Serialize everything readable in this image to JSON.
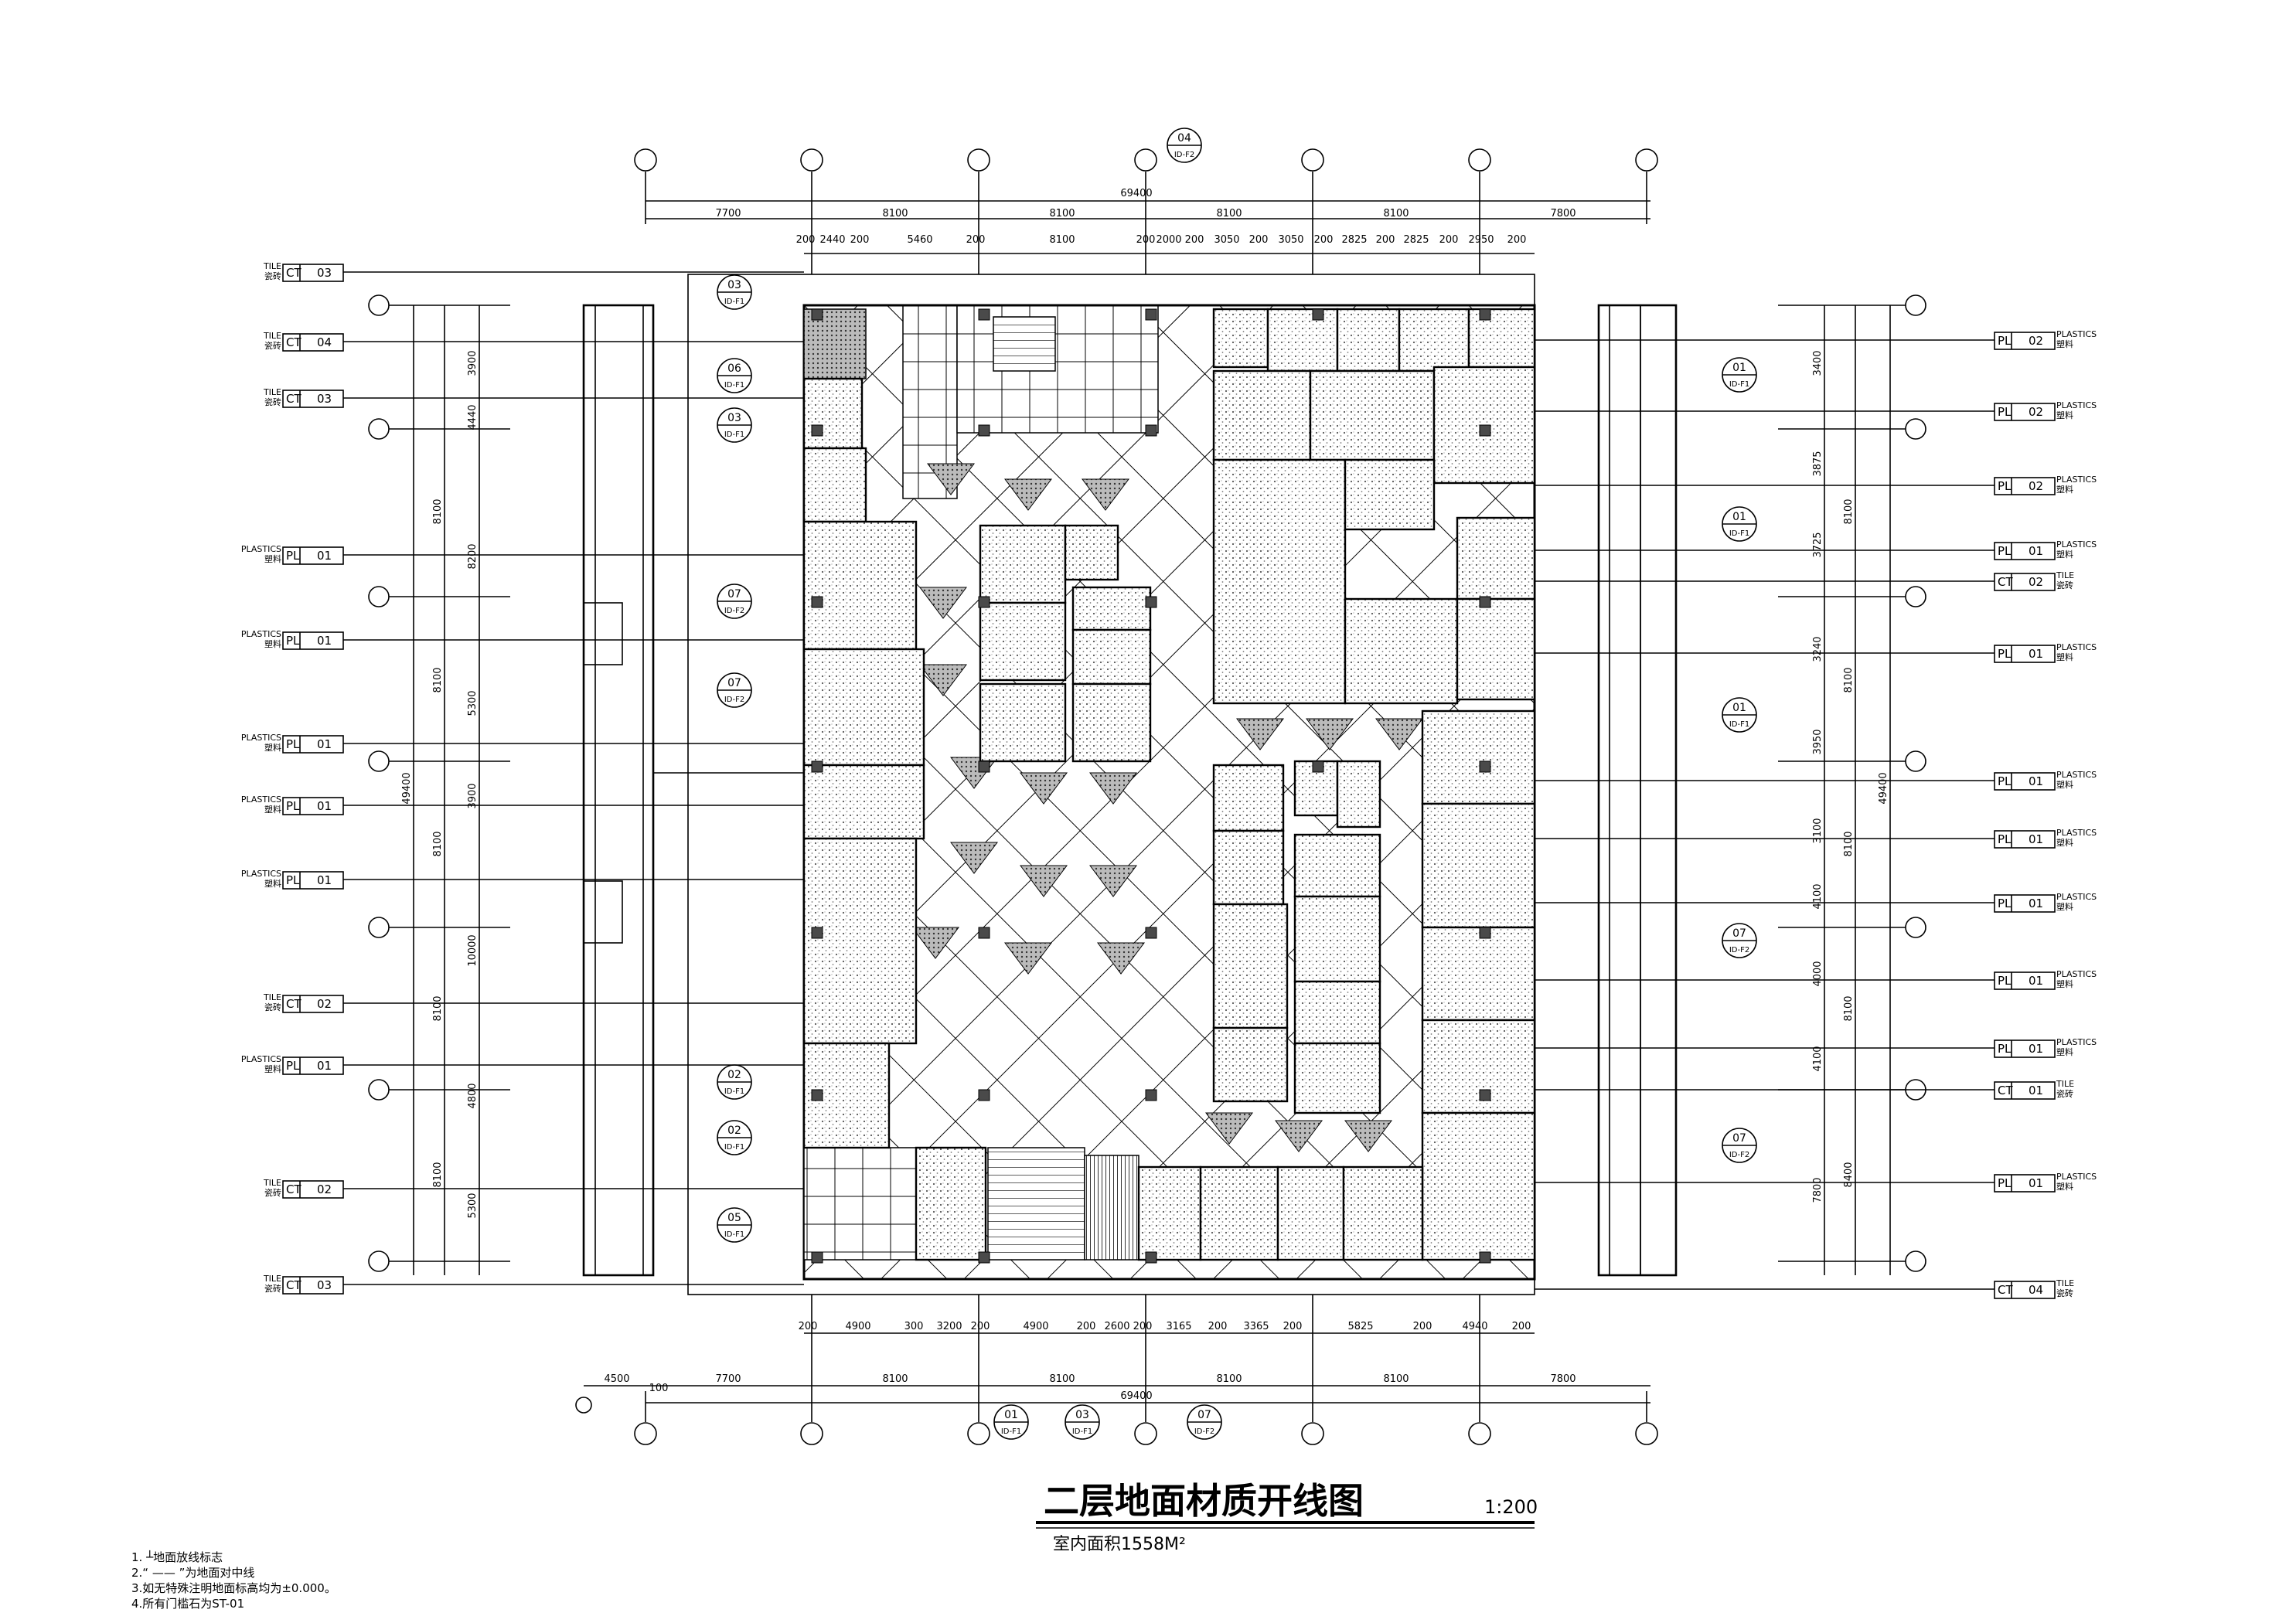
{
  "title": "二层地面材质开线图",
  "scale": "1:200",
  "area_text": "室内面积1558M²",
  "notes": [
    "1. ┴地面放线标志",
    "2.“ —— ”为地面对中线",
    "3.如无特殊注明地面标高均为±0.000。",
    "4.所有门槛石为ST-01"
  ],
  "overall_dim_top": "69400",
  "overall_dim_bottom": "69400",
  "overall_dim_left": "49400",
  "overall_dim_right": "49400",
  "top_bay_dims": [
    "7700",
    "8100",
    "8100",
    "8100",
    "8100",
    "7800"
  ],
  "bottom_bay_dims": [
    "7700",
    "8100",
    "8100",
    "8100",
    "8100",
    "7800"
  ],
  "top_detail_dims": [
    "200",
    "2440",
    "200",
    "5460",
    "200",
    "8100",
    "200",
    "2000",
    "200",
    "3050",
    "200",
    "3050",
    "200",
    "2825",
    "200",
    "2825",
    "200",
    "2950",
    "200"
  ],
  "bottom_detail_dims": [
    "200",
    "4900",
    "300",
    "3200",
    "200",
    "4900",
    "200",
    "2600",
    "200",
    "3165",
    "200",
    "3365",
    "200",
    "5825",
    "200",
    "4940",
    "200"
  ],
  "bottom_extra_dims": [
    "4500",
    "100"
  ],
  "left_bay_dims": [
    "8100",
    "8100",
    "8100",
    "8100",
    "8100"
  ],
  "left_detail_dims": [
    "3900",
    "4440",
    "8200",
    "5300",
    "3900",
    "10000",
    "4800",
    "5300"
  ],
  "right_bay_dims": [
    "8100",
    "8100",
    "8100",
    "8100",
    "8400"
  ],
  "right_detail_dims": [
    "3400",
    "3875",
    "3725",
    "3240",
    "3950",
    "3100",
    "4100",
    "4000",
    "4100",
    "7800"
  ],
  "left_materials": [
    {
      "en": "TILE",
      "cn": "瓷砖",
      "code": "CT",
      "num": "03"
    },
    {
      "en": "TILE",
      "cn": "瓷砖",
      "code": "CT",
      "num": "04"
    },
    {
      "en": "TILE",
      "cn": "瓷砖",
      "code": "CT",
      "num": "03"
    },
    {
      "en": "PLASTICS",
      "cn": "塑料",
      "code": "PL",
      "num": "01"
    },
    {
      "en": "PLASTICS",
      "cn": "塑料",
      "code": "PL",
      "num": "01"
    },
    {
      "en": "PLASTICS",
      "cn": "塑料",
      "code": "PL",
      "num": "01"
    },
    {
      "en": "PLASTICS",
      "cn": "塑料",
      "code": "PL",
      "num": "01"
    },
    {
      "en": "PLASTICS",
      "cn": "塑料",
      "code": "PL",
      "num": "01"
    },
    {
      "en": "TILE",
      "cn": "瓷砖",
      "code": "CT",
      "num": "02"
    },
    {
      "en": "PLASTICS",
      "cn": "塑料",
      "code": "PL",
      "num": "01"
    },
    {
      "en": "TILE",
      "cn": "瓷砖",
      "code": "CT",
      "num": "02"
    },
    {
      "en": "TILE",
      "cn": "瓷砖",
      "code": "CT",
      "num": "03"
    }
  ],
  "right_materials": [
    {
      "en": "PLASTICS",
      "cn": "塑料",
      "code": "PL",
      "num": "02"
    },
    {
      "en": "PLASTICS",
      "cn": "塑料",
      "code": "PL",
      "num": "02"
    },
    {
      "en": "PLASTICS",
      "cn": "塑料",
      "code": "PL",
      "num": "02"
    },
    {
      "en": "PLASTICS",
      "cn": "塑料",
      "code": "PL",
      "num": "01"
    },
    {
      "en": "TILE",
      "cn": "瓷砖",
      "code": "CT",
      "num": "02"
    },
    {
      "en": "PLASTICS",
      "cn": "塑料",
      "code": "PL",
      "num": "01"
    },
    {
      "en": "PLASTICS",
      "cn": "塑料",
      "code": "PL",
      "num": "01"
    },
    {
      "en": "PLASTICS",
      "cn": "塑料",
      "code": "PL",
      "num": "01"
    },
    {
      "en": "PLASTICS",
      "cn": "塑料",
      "code": "PL",
      "num": "01"
    },
    {
      "en": "PLASTICS",
      "cn": "塑料",
      "code": "PL",
      "num": "01"
    },
    {
      "en": "PLASTICS",
      "cn": "塑料",
      "code": "PL",
      "num": "01"
    },
    {
      "en": "TILE",
      "cn": "瓷砖",
      "code": "CT",
      "num": "01"
    },
    {
      "en": "PLASTICS",
      "cn": "塑料",
      "code": "PL",
      "num": "01"
    },
    {
      "en": "TILE",
      "cn": "瓷砖",
      "code": "CT",
      "num": "04"
    }
  ],
  "detail_tags": [
    {
      "num": "03",
      "ref": "ID-F1"
    },
    {
      "num": "06",
      "ref": "ID-F1"
    },
    {
      "num": "03",
      "ref": "ID-F1"
    },
    {
      "num": "07",
      "ref": "ID-F2"
    },
    {
      "num": "07",
      "ref": "ID-F2"
    },
    {
      "num": "02",
      "ref": "ID-F1"
    },
    {
      "num": "02",
      "ref": "ID-F1"
    },
    {
      "num": "05",
      "ref": "ID-F1"
    },
    {
      "num": "01",
      "ref": "ID-F1"
    },
    {
      "num": "01",
      "ref": "ID-F1"
    },
    {
      "num": "01",
      "ref": "ID-F1"
    },
    {
      "num": "07",
      "ref": "ID-F2"
    },
    {
      "num": "07",
      "ref": "ID-F2"
    },
    {
      "num": "04",
      "ref": "ID-F2"
    },
    {
      "num": "01",
      "ref": "ID-F1"
    },
    {
      "num": "03",
      "ref": "ID-F1"
    },
    {
      "num": "07",
      "ref": "ID-F2"
    }
  ]
}
